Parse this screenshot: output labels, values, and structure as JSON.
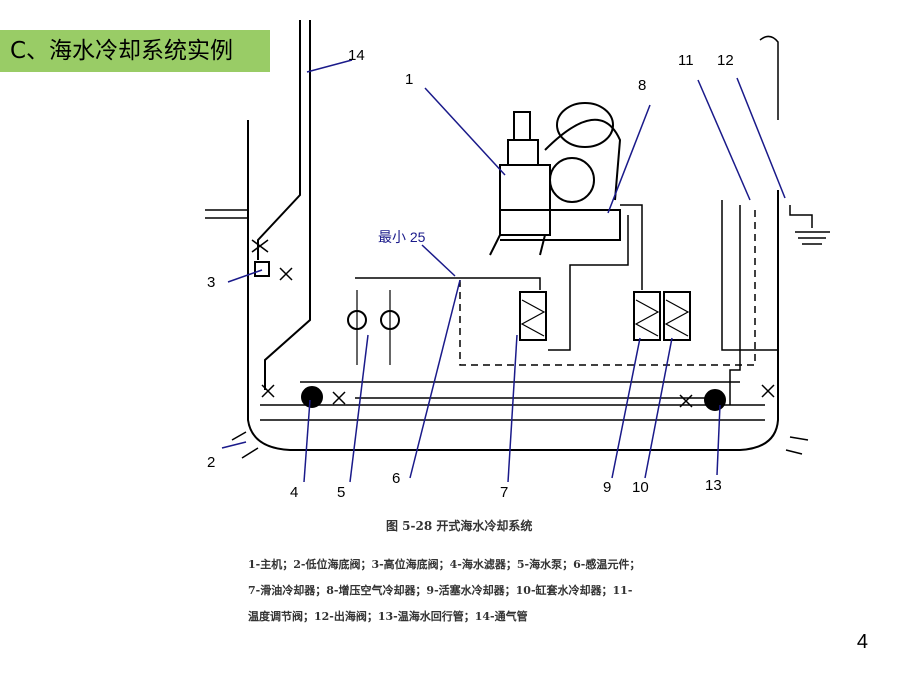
{
  "slide": {
    "title": "C、海水冷却系统实例",
    "page_number": "4"
  },
  "diagram": {
    "callouts": [
      "1",
      "2",
      "3",
      "4",
      "5",
      "6",
      "7",
      "8",
      "9",
      "10",
      "11",
      "12",
      "13",
      "14"
    ],
    "min_label": "最小 25",
    "caption": "图 5-28   开式海水冷却系统",
    "legend_lines": [
      "1-主机；2-低位海底阀；3-高位海底阀；4-海水滤器；5-海水泵；6-感温元件；",
      "7-滑油冷却器；8-增压空气冷却器；9-活塞水冷却器；10-缸套水冷却器；11-",
      "温度调节阀；12-出海阀；13-温海水回行管；14-通气管"
    ]
  }
}
